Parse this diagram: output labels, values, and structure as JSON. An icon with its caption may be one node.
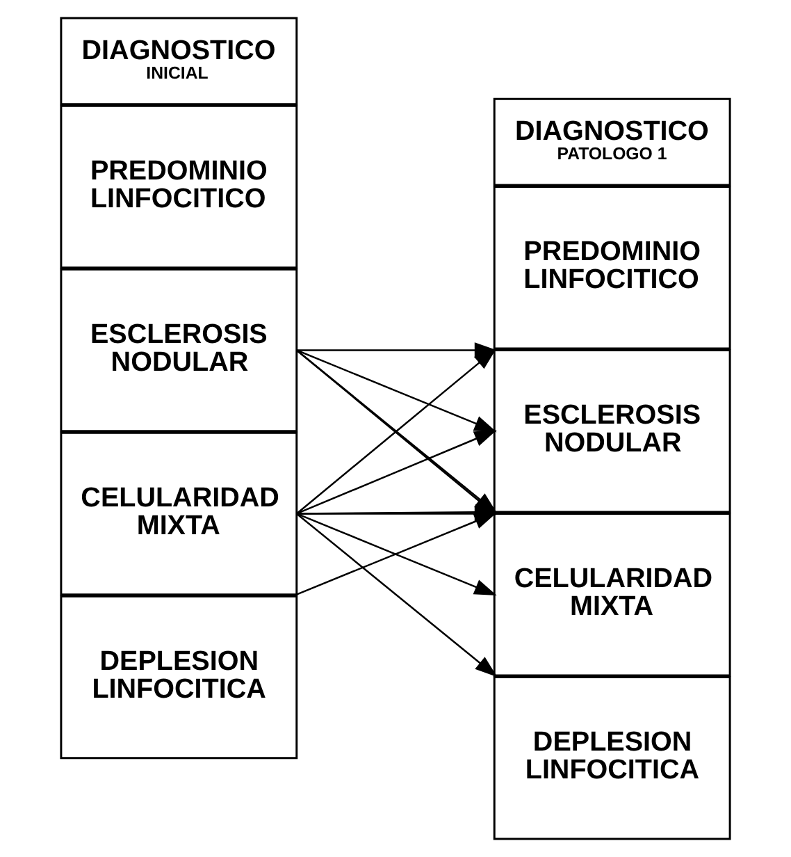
{
  "diagram": {
    "nodes": [
      {
        "text": [
          "DIAGNOSTICO",
          "INICIAL"
        ]
      },
      {
        "text": [
          "PREDOMINIO LINFOCITICO"
        ]
      },
      {
        "text": [
          "ESCLEROSIS NODULAR"
        ]
      },
      {
        "text": [
          "CELULARIDAD MIXTA"
        ]
      },
      {
        "text": [
          "DEPLESION LINFOCITICA"
        ]
      },
      {
        "text": [
          "DIAGNOSTICO",
          "PATOLOGO 1"
        ]
      },
      {
        "text": [
          "PREDOMINIO LINFOCITICO"
        ]
      },
      {
        "text": [
          "ESCLEROSIS NODULAR"
        ]
      },
      {
        "text": [
          "CELULARIDAD MIXTA"
        ]
      },
      {
        "text": [
          "DEPLESION LINFOCITICA"
        ]
      }
    ],
    "edges": [
      {
        "from": 2,
        "to": 7,
        "arrow": "to"
      },
      {
        "from": 2,
        "to": 7,
        "arrow": "to"
      },
      {
        "from": 2,
        "to": 7,
        "arrow": "to"
      },
      {
        "from": 2,
        "to": 8,
        "arrow": "to"
      },
      {
        "from": 3,
        "to": 7,
        "arrow": "to"
      },
      {
        "from": 3,
        "to": 7,
        "arrow": "to"
      },
      {
        "from": 3,
        "to": 7,
        "arrow": "to"
      },
      {
        "from": 3,
        "to": 8,
        "arrow": "to"
      },
      {
        "from": 3,
        "to": 8,
        "arrow": "to"
      },
      {
        "from": 3,
        "to": 8,
        "arrow": "to"
      },
      {
        "from": 3,
        "to": 8,
        "arrow": "to"
      }
    ]
  }
}
